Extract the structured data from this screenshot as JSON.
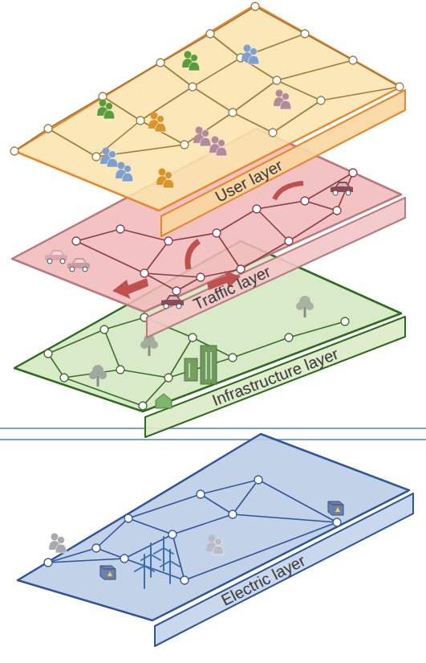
{
  "diagram": {
    "nodes": [
      {
        "text": [
          "User layer"
        ]
      },
      {
        "text": [
          "Traffic layer"
        ]
      },
      {
        "text": [
          "Infrastructure layer"
        ]
      },
      {
        "text": [
          "Electric layer"
        ]
      }
    ]
  }
}
